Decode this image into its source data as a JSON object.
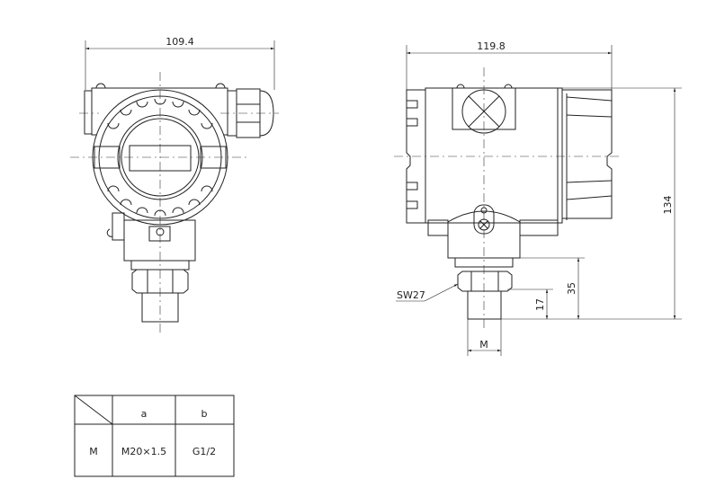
{
  "front_view": {
    "width_dim": "109.4"
  },
  "side_view": {
    "width_dim": "119.8",
    "height_dim": "134",
    "nipple_dim": "35",
    "thread_dim": "17",
    "wrench_label": "SW27",
    "thread_label": "M"
  },
  "table": {
    "headers": [
      "a",
      "b"
    ],
    "rows": [
      {
        "label": "M",
        "a": "M20×1.5",
        "b": "G1/2"
      }
    ]
  }
}
